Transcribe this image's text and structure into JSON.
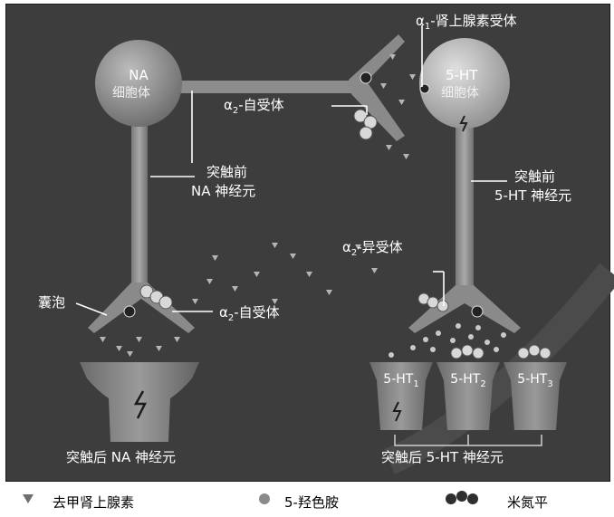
{
  "diagram": {
    "na_cell_body": {
      "line1": "NA",
      "line2": "细胞体"
    },
    "ht_cell_body": {
      "line1": "5-HT",
      "line2": "细胞体"
    },
    "alpha1_receptor": {
      "greek": "α",
      "sub": "1",
      "rest": "-肾上腺素受体"
    },
    "alpha2_autoreceptor_top": {
      "greek": "α",
      "sub": "2",
      "rest": "-自受体"
    },
    "alpha2_autoreceptor_bottom": {
      "greek": "α",
      "sub": "2",
      "rest": "-自受体"
    },
    "alpha2_heteroreceptor": {
      "greek": "α",
      "sub": "2",
      "rest": "-异受体"
    },
    "presyn_na": {
      "line1": "突触前",
      "line2": "NA 神经元"
    },
    "presyn_ht": {
      "line1": "突触前",
      "line2": "5-HT 神经元"
    },
    "vesicle": "囊泡",
    "postsyn_na": "突触后 NA 神经元",
    "postsyn_ht": "突触后 5-HT 神经元",
    "receptors": [
      {
        "base": "5-HT",
        "sub": "1"
      },
      {
        "base": "5-HT",
        "sub": "2"
      },
      {
        "base": "5-HT",
        "sub": "3"
      }
    ]
  },
  "legend": [
    {
      "icon": "triangle-icon",
      "label": "去甲肾上腺素"
    },
    {
      "icon": "dot-icon",
      "label": "5-羟色胺"
    },
    {
      "icon": "mirtazapine-icon",
      "label": "米氮平"
    }
  ]
}
